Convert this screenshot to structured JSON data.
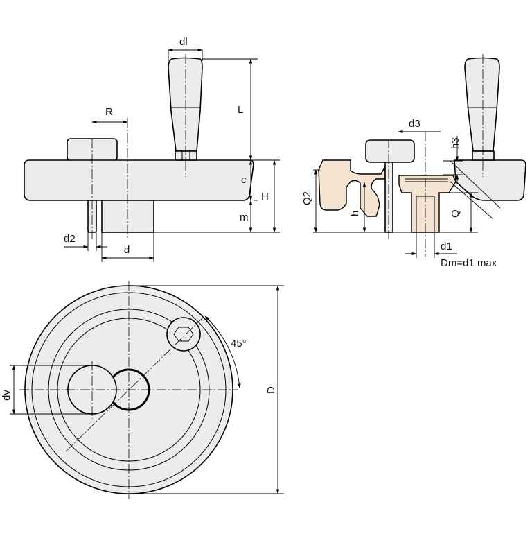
{
  "labels": {
    "dl": "dl",
    "L": "L",
    "R": "R",
    "c": "c",
    "H": "H",
    "m": "m",
    "d2": "d2",
    "d": "d",
    "d3": "d3",
    "h3": "h3",
    "Q2": "Q2",
    "h": "h",
    "Q": "Q",
    "d1": "d1",
    "dm_note": "Dm=d1 max",
    "angle": "45°",
    "dv": "dv",
    "D": "D"
  }
}
